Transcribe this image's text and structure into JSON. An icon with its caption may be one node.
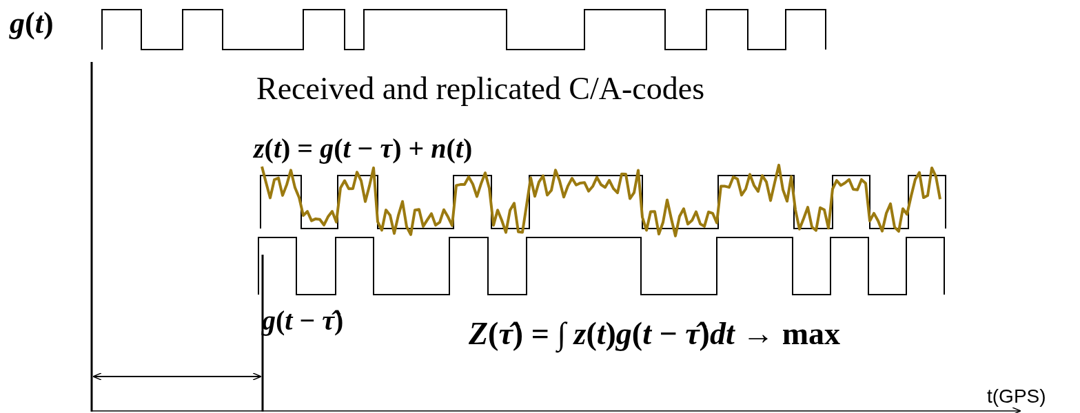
{
  "diagram": {
    "labels": [
      "*g*(*t*)",
      "Received and replicated C/A-codes",
      "*z*(*t*) = *g*(*t* − *τ*) + *n*(*t*)",
      "*g*(*t* − *τ̂*)",
      "*Z*(*τ̂*) = ∫ *z*(*t*)*g*(*t* − *τ̂*)*dt* → max",
      "t(GPS)"
    ]
  }
}
